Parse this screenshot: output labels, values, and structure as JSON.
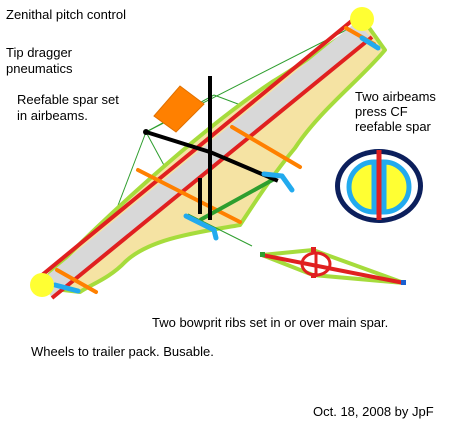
{
  "labels": {
    "zenithal": "Zenithal pitch control",
    "tip_dragger_line1": "Tip dragger",
    "tip_dragger_line2": "pneumatics",
    "reefable_line1": "Reefable spar set",
    "reefable_line2": "in airbeams.",
    "airbeams_line1": "Two airbeams",
    "airbeams_line2": "press CF",
    "airbeams_line3": "reefable spar",
    "bowsprit": "Two bowprit ribs set in or over main spar.",
    "wheels": "Wheels to trailer pack. Busable.",
    "credit": "Oct. 18, 2008 by JpF"
  },
  "colors": {
    "wing_fill": "#f5e3a3",
    "wing_outline": "#a6dc3c",
    "spar_red": "#e02020",
    "spar_gray": "#d8d8d8",
    "wheel_yellow": "#ffff33",
    "rib_orange": "#ff8000",
    "pneumatic_blue": "#22aaee",
    "frame_black": "#000000",
    "line_green": "#2e9e2e",
    "airbeam_navy": "#0c1f5c"
  }
}
